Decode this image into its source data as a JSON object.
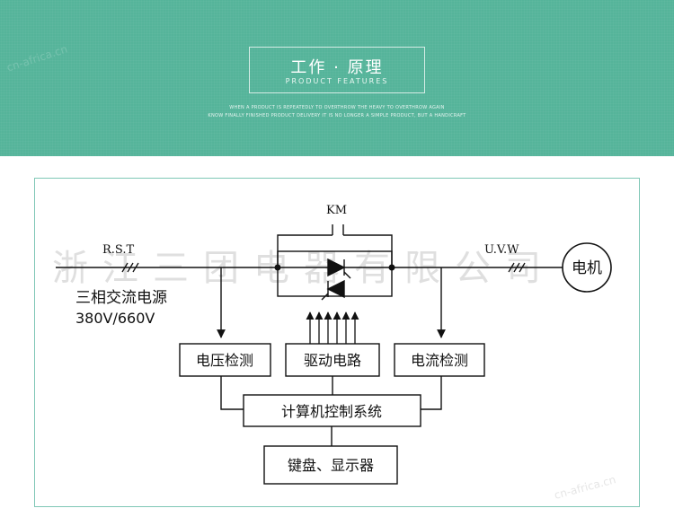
{
  "banner": {
    "title": "工作 · 原理",
    "subtitle": "PRODUCT FEATURES",
    "tagline_1": "WHEN A PRODUCT IS REPEATEDLY TO OVERTHROW THE HEAVY TO OVERTHROW AGAIN",
    "tagline_2": "KNOW FINALLY FINISHED PRODUCT DELIVERY IT IS NO LONGER A SIMPLE PRODUCT, BUT A HANDICRAFT",
    "watermark_corner": "cn-africa.cn",
    "bg_color": "#55b49a"
  },
  "diagram": {
    "input_terminals": "R.S.T",
    "output_terminals": "U.V.W",
    "bypass_contactor": "KM",
    "source_label": "三相交流电源",
    "source_voltage": "380V/660V",
    "motor_label": "电机",
    "boxes": {
      "voltage_detect": "电压检测",
      "drive_circuit": "驱动电路",
      "current_detect": "电流检测",
      "computer_control": "计算机控制系统",
      "keyboard_display": "键盘、显示器"
    },
    "watermark_text": "浙江三团电器有限公司",
    "watermark_small": "cn-africa.cn"
  }
}
